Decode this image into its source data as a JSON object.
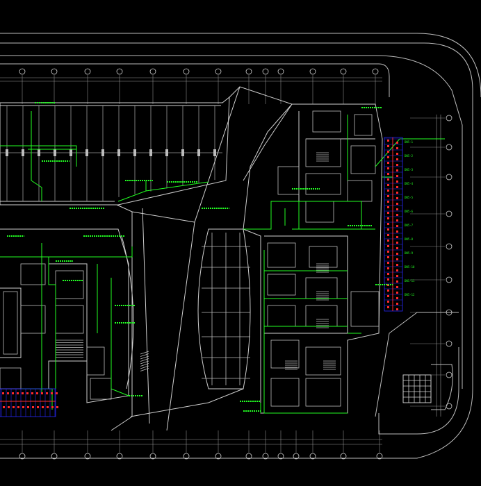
{
  "drawing": {
    "colors": {
      "background": "#000000",
      "wall": "#cfcfcf",
      "grid": "#9a9a9a",
      "pipe": "#22ff22",
      "pipe_dark": "#0b8a0b",
      "fixture_red": "#ff2b2b",
      "fixture_blue": "#2a2aff",
      "outline": "#ffffff"
    },
    "legible_labels": [
      "DN5·1",
      "DN5·2",
      "DN5·3",
      "DN5·4",
      "DN5·5",
      "DN5·6",
      "DN5·7",
      "DN5·8",
      "DN5·9",
      "DN5·10",
      "DN5·11",
      "DN5·12"
    ]
  }
}
